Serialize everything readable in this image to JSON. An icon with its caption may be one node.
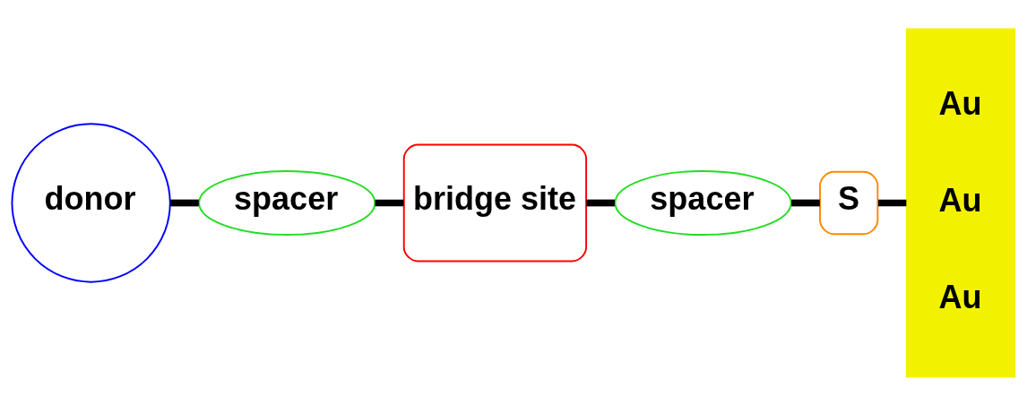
{
  "diagram": {
    "nodes": [
      {
        "text": [
          "donor"
        ]
      },
      {
        "text": [
          "spacer"
        ]
      },
      {
        "text": [
          "bridge site"
        ]
      },
      {
        "text": [
          "spacer"
        ]
      },
      {
        "text": [
          "S"
        ]
      },
      {
        "text": [
          "Au",
          "Au",
          "Au"
        ]
      }
    ],
    "edges": [
      {
        "from": 0,
        "to": 1,
        "arrow": "none"
      },
      {
        "from": 1,
        "to": 2,
        "arrow": "none"
      },
      {
        "from": 2,
        "to": 3,
        "arrow": "none"
      },
      {
        "from": 3,
        "to": 4,
        "arrow": "none"
      },
      {
        "from": 4,
        "to": 5,
        "arrow": "none"
      }
    ]
  }
}
